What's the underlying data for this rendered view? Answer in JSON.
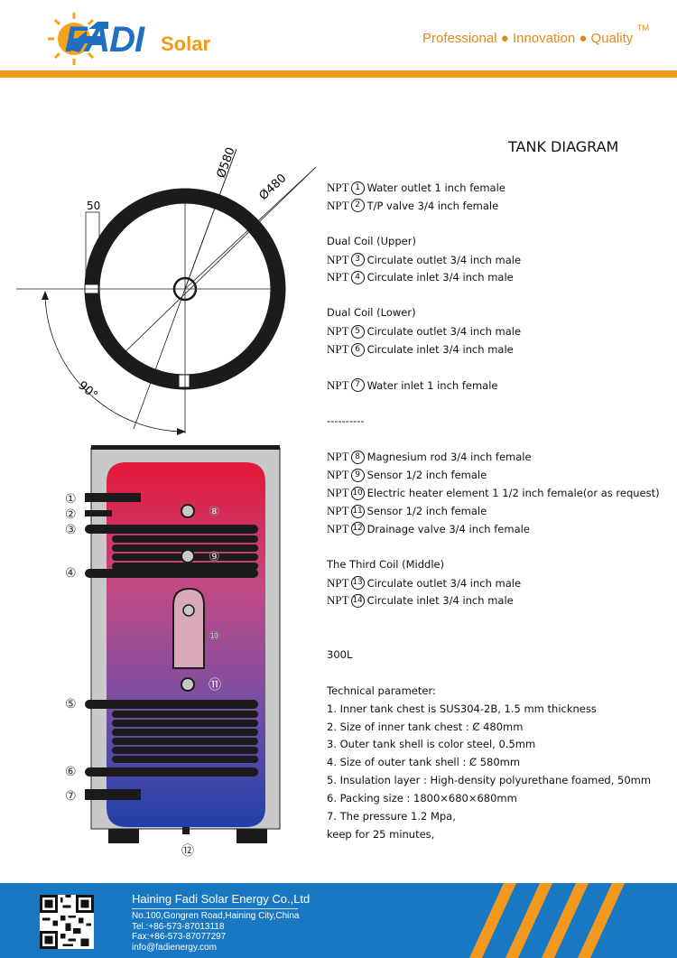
{
  "header": {
    "brand": "FADI",
    "brand_suffix": "Solar",
    "tagline": "Professional ● Innovation ● Quality",
    "trademark": "TM",
    "accent_color": "#f39a1e",
    "brand_color": "#1f6fc2"
  },
  "title": "TANK DIAGRAM",
  "diagram": {
    "dim_outer": "Ø580",
    "dim_inner": "Ø480",
    "dim_insulation": "50",
    "angle": "90°",
    "markers": [
      "①",
      "②",
      "③",
      "④",
      "⑤",
      "⑥",
      "⑦",
      "⑧",
      "⑨",
      "⑩",
      "⑪",
      "⑫"
    ]
  },
  "spec_lines": [
    {
      "npt": "NPT",
      "num": "1",
      "text": "Water outlet 1 inch female"
    },
    {
      "npt": "NPT",
      "num": "2",
      "text": "T/P valve 3/4 inch female"
    },
    {
      "npt": "",
      "num": "",
      "text": ""
    },
    {
      "npt": "",
      "num": "",
      "text": "Dual Coil (Upper)"
    },
    {
      "npt": "NPT",
      "num": "3",
      "text": "Circulate outlet 3/4 inch male"
    },
    {
      "npt": "NPT",
      "num": "4",
      "text": "Circulate inlet 3/4 inch male"
    },
    {
      "npt": "",
      "num": "",
      "text": ""
    },
    {
      "npt": "",
      "num": "",
      "text": "Dual Coil (Lower)"
    },
    {
      "npt": "NPT",
      "num": "5",
      "text": "Circulate outlet 3/4 inch male"
    },
    {
      "npt": "NPT",
      "num": "6",
      "text": "Circulate inlet 3/4 inch male"
    },
    {
      "npt": "",
      "num": "",
      "text": ""
    },
    {
      "npt": "NPT",
      "num": "7",
      "text": "Water inlet 1 inch female"
    },
    {
      "npt": "",
      "num": "",
      "text": ""
    },
    {
      "npt": "",
      "num": "",
      "text": "----------"
    },
    {
      "npt": "",
      "num": "",
      "text": ""
    },
    {
      "npt": "NPT",
      "num": "8",
      "text": "Magnesium rod 3/4 inch female"
    },
    {
      "npt": "NPT",
      "num": "9",
      "text": "Sensor 1/2 inch female"
    },
    {
      "npt": "NPT",
      "num": "10",
      "text": "Electric heater element 1 1/2 inch female(or as request)"
    },
    {
      "npt": "NPT",
      "num": "11",
      "text": "Sensor 1/2 inch female"
    },
    {
      "npt": "NPT",
      "num": "12",
      "text": "Drainage valve 3/4 inch female"
    },
    {
      "npt": "",
      "num": "",
      "text": ""
    },
    {
      "npt": "",
      "num": "",
      "text": "The Third Coil (Middle)"
    },
    {
      "npt": "NPT",
      "num": "13",
      "text": "Circulate outlet 3/4 inch male"
    },
    {
      "npt": "NPT",
      "num": "14",
      "text": "Circulate inlet 3/4 inch male"
    }
  ],
  "tech": {
    "volume": "300L",
    "heading": "Technical parameter:",
    "items": [
      "1. Inner tank chest is SUS304-2B, 1.5 mm thickness",
      "2. Size of inner tank chest : Ȼ 480mm",
      "3. Outer tank shell is color steel, 0.5mm",
      "4. Size of outer tank shell : Ȼ 580mm",
      "5. Insulation layer : High-density polyurethane foamed, 50mm",
      "6. Packing size : 1800×680×680mm",
      "7. The pressure 1.2 Mpa,",
      "keep for 25 minutes,"
    ]
  },
  "footer": {
    "company": "Haining Fadi Solar Energy Co.,Ltd",
    "address": "No.100,Gongren Road,Haining City,China",
    "tel": "Tel.:+86-573-87013118",
    "fax": "Fax:+86-573-87077297",
    "email": "info@fadienergy.com",
    "bg_color": "#1a78c2",
    "stripe_color": "#f39a1e"
  }
}
